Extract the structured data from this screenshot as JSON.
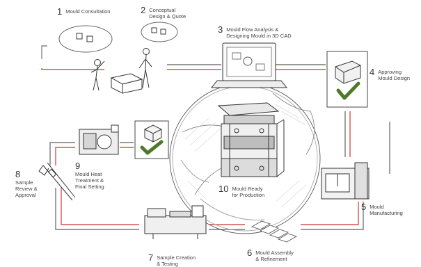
{
  "steps": [
    {
      "num": "1",
      "label": "Mould  Consultation"
    },
    {
      "num": "2",
      "label": "Conceptual\nDesign & Quote"
    },
    {
      "num": "3",
      "label": "Mould Flow Analysis &\nDesigning Mould in 3D CAD"
    },
    {
      "num": "4",
      "label": "Approving\nMould Design"
    },
    {
      "num": "5",
      "label": "Mould\nManufacturing"
    },
    {
      "num": "6",
      "label": "Mould Assembly\n& Refinement"
    },
    {
      "num": "7",
      "label": "Sample Creation\n& Testing"
    },
    {
      "num": "8",
      "label": "Sample\nReview &\nApproval"
    },
    {
      "num": "9",
      "label": "Mould Heat\nTreatment &\nFinal Setting"
    },
    {
      "num": "10",
      "label": "Mould Ready\nfor Production"
    }
  ],
  "colors": {
    "connector_dark": "#555555",
    "connector_red": "#d9534f",
    "check": "#4d7a2a",
    "sketch": "#3a3a3a"
  },
  "icons": [
    "person-icon",
    "box-icon",
    "laptop-icon",
    "mould-approval-icon",
    "check-icon",
    "cnc-machine-icon",
    "mould-plates-icon",
    "injection-machine-icon",
    "caliper-icon",
    "heat-treatment-icon",
    "globe-icon",
    "mould-icon"
  ]
}
